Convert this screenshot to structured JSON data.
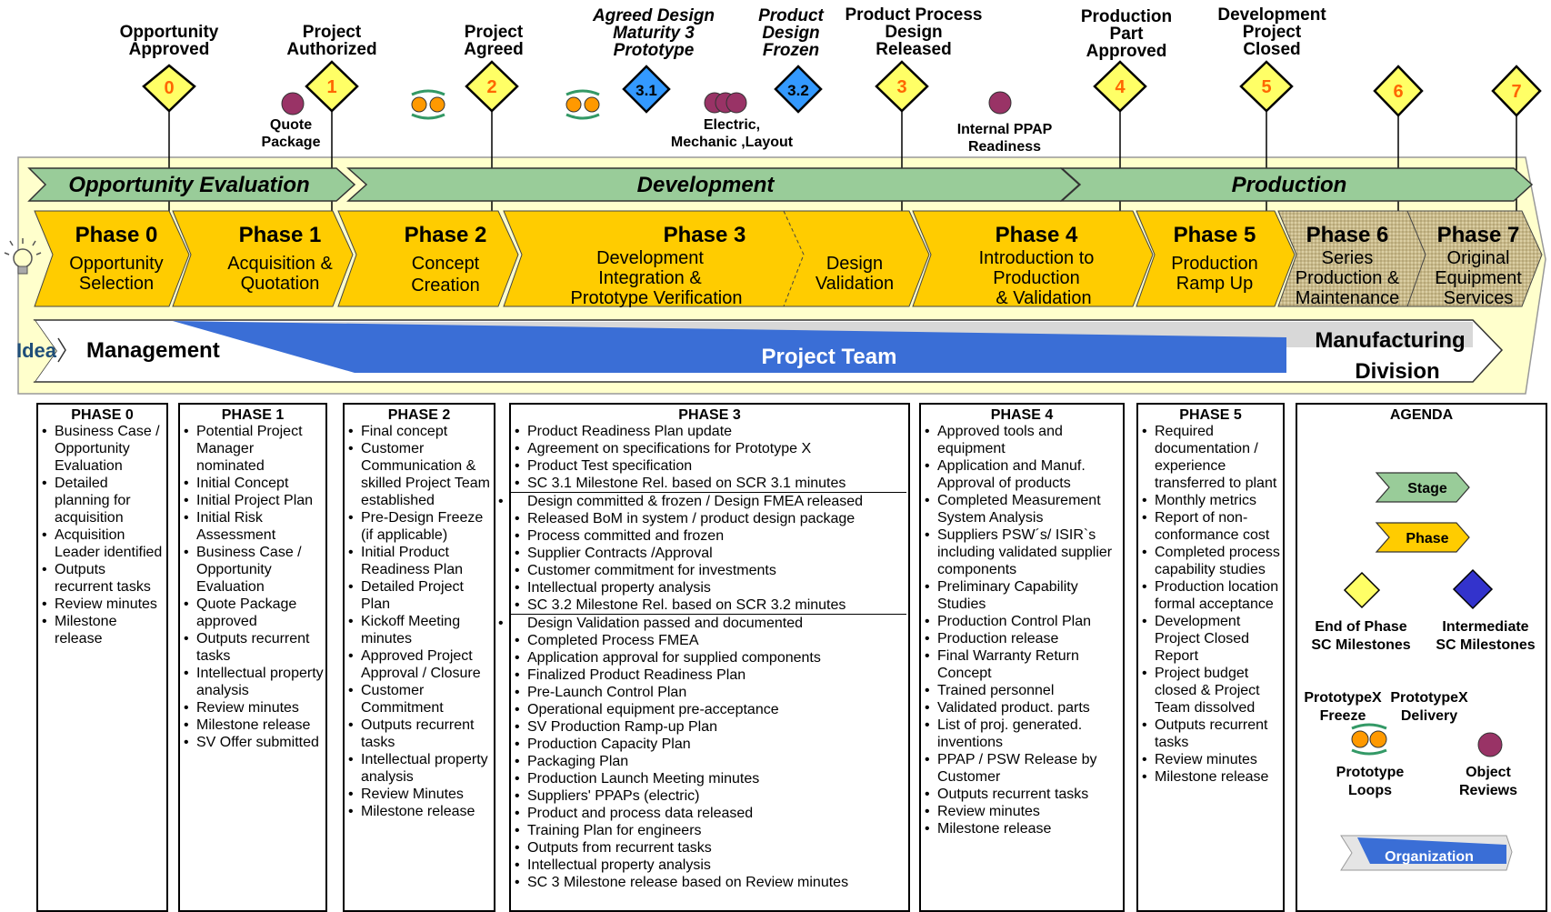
{
  "milestones": [
    {
      "num": "0",
      "label": "Opportunity\nApproved",
      "italic": false
    },
    {
      "num": "1",
      "label": "Project\nAuthorized",
      "italic": false
    },
    {
      "num": "2",
      "label": "Project\nAgreed",
      "italic": false
    },
    {
      "num": "3.1",
      "label": "Agreed Design\nMaturity 3\nPrototype",
      "italic": true
    },
    {
      "num": "3.2",
      "label": "Product\nDesign\nFrozen",
      "italic": true
    },
    {
      "num": "3",
      "label": "Product Process\nDesign\nReleased",
      "italic": false
    },
    {
      "num": "4",
      "label": "Production\nPart\nApproved",
      "italic": false
    },
    {
      "num": "5",
      "label": "Development\nProject\nClosed",
      "italic": false
    },
    {
      "num": "6",
      "label": "",
      "italic": false
    },
    {
      "num": "7",
      "label": "",
      "italic": false
    }
  ],
  "reviews": {
    "quote_package": "Quote\nPackage",
    "electric_layout": "Electric,\nMechanic ,Layout",
    "internal_ppap": "Internal PPAP\nReadiness"
  },
  "stages": [
    "Opportunity Evaluation",
    "Development",
    "Production"
  ],
  "phases": [
    {
      "title": "Phase 0",
      "sub": [
        "Opportunity",
        "Selection"
      ]
    },
    {
      "title": "Phase 1",
      "sub": [
        "Acquisition &",
        "Quotation"
      ]
    },
    {
      "title": "Phase 2",
      "sub": [
        "Concept",
        "Creation"
      ]
    },
    {
      "title": "Phase 3",
      "sub": [
        "Development",
        "Integration &",
        "Prototype Verification"
      ]
    },
    {
      "title": "",
      "sub": [
        "Design",
        "Validation"
      ]
    },
    {
      "title": "Phase 4",
      "sub": [
        "Introduction to",
        "Production",
        "& Validation"
      ]
    },
    {
      "title": "Phase 5",
      "sub": [
        "Production",
        "Ramp Up"
      ]
    },
    {
      "title": "Phase 6",
      "sub": [
        "Series",
        "Production &",
        "Maintenance"
      ]
    },
    {
      "title": "Phase 7",
      "sub": [
        "Original",
        "Equipment",
        "Services"
      ]
    }
  ],
  "org": {
    "idea": "Idea",
    "management": "Management",
    "project_team": "Project Team",
    "manufacturing_1": "Manufacturing",
    "manufacturing_2": "Division"
  },
  "columns": [
    {
      "title": "PHASE 0",
      "items": [
        "Business Case / Opportunity Evaluation",
        "Detailed planning for acquisition",
        "Acquisition Leader identified",
        "Outputs recurrent tasks",
        "Review minutes",
        "Milestone release"
      ]
    },
    {
      "title": "PHASE 1",
      "items": [
        "Potential Project Manager nominated",
        "Initial Concept",
        "Initial Project Plan",
        "Initial Risk Assessment",
        "Business Case / Opportunity Evaluation",
        "Quote Package approved",
        "Outputs recurrent tasks",
        "Intellectual property analysis",
        "Review minutes",
        "Milestone release",
        "SV Offer submitted"
      ]
    },
    {
      "title": "PHASE 2",
      "items": [
        "Final concept",
        "Customer Communication & skilled Project Team established",
        "Pre-Design Freeze (if applicable)",
        "Initial Product Readiness Plan",
        "Detailed Project Plan",
        "Kickoff Meeting minutes",
        "Approved Project Approval / Closure",
        "Customer Commitment",
        "Outputs recurrent tasks",
        "Intellectual property analysis",
        "Review Minutes",
        "Milestone release"
      ]
    },
    {
      "title": "PHASE 3",
      "items": [
        "Product Readiness Plan update",
        "Agreement on specifications for Prototype X",
        "Product Test specification",
        "SC 3.1 Milestone Rel. based on SCR 3.1 minutes",
        "Design committed & frozen / Design FMEA released",
        "Released BoM in system / product design package",
        "Process committed and frozen",
        "Supplier Contracts /Approval",
        "Customer commitment for investments",
        "Intellectual property analysis",
        "SC 3.2 Milestone Rel. based on SCR 3.2 minutes",
        "Design Validation passed and documented",
        "Completed Process FMEA",
        "Application approval for supplied components",
        "Finalized Product Readiness Plan",
        "Pre-Launch Control Plan",
        "Operational equipment pre-acceptance",
        "SV Production Ramp-up Plan",
        "Production Capacity Plan",
        "Packaging Plan",
        "Production Launch Meeting minutes",
        "Suppliers' PPAPs (electric)",
        "Product  and process data released",
        "Training Plan for engineers",
        "Outputs from recurrent tasks",
        "Intellectual property analysis",
        "SC 3 Milestone release based on Review minutes"
      ]
    },
    {
      "title": "PHASE 4",
      "items": [
        "Approved tools and equipment",
        "Application and Manuf. Approval of products",
        "Completed Measurement System Analysis",
        "Suppliers PSW´s/ ISIR`s including validated supplier components",
        "Preliminary Capability Studies",
        "Production Control Plan",
        "Production release",
        "Final Warranty Return Concept",
        "Trained personnel",
        "Validated product. parts",
        "List of proj. generated. inventions",
        "PPAP / PSW Release by Customer",
        "Outputs recurrent tasks",
        "Review minutes",
        "Milestone release"
      ]
    },
    {
      "title": "PHASE 5",
      "items": [
        "Required documentation / experience transferred to plant",
        "Monthly metrics",
        "Report of non-conformance cost",
        "Completed process capability studies",
        "Production location formal acceptance",
        "Development Project Closed Report",
        "Project budget closed & Project Team dissolved",
        "Outputs recurrent tasks",
        "Review minutes",
        "Milestone release"
      ]
    }
  ],
  "agenda": {
    "title": "AGENDA",
    "stage": "Stage",
    "phase": "Phase",
    "end_phase": "End of Phase\nSC Milestones",
    "intermediate": "Intermediate\nSC Milestones",
    "proto_freeze": "PrototypeX\nFreeze",
    "proto_delivery": "PrototypeX\nDelivery",
    "proto_loops": "Prototype\nLoops",
    "object_reviews": "Object\nReviews",
    "organization": "Organization"
  },
  "colors": {
    "phase": "#ffcc00",
    "stage": "#99cc99",
    "milestone": "#ffff66",
    "intermediate": "#3366cc",
    "team": "#3a6ed6",
    "band": "#ffffcc",
    "review": "#993366"
  }
}
